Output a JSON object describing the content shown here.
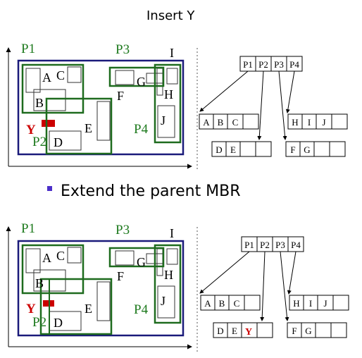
{
  "heading_top": "Insert Y",
  "bullet_text": "Extend the parent MBR",
  "colors": {
    "page_border": "#1a1a7a",
    "group": "#1e6b1e",
    "region_label": "#1e7a1e",
    "object": "#333333",
    "highlight": "#cc0000",
    "bullet": "#4b2fc9",
    "axis": "#000000"
  },
  "panels": [
    {
      "id": "before",
      "region_labels": {
        "p1": "P1",
        "p2": "P2",
        "p3": "P3",
        "p4": "P4"
      },
      "object_labels": {
        "a": "A",
        "b": "B",
        "c": "C",
        "d": "D",
        "e": "E",
        "f": "F",
        "g": "G",
        "h": "H",
        "i": "I",
        "j": "J",
        "y": "Y"
      },
      "tree": {
        "root": [
          "P1",
          "P2",
          "P3",
          "P4"
        ],
        "leaf_p1": [
          "A",
          "B",
          "C",
          ""
        ],
        "leaf_p2": [
          "D",
          "E",
          "",
          ""
        ],
        "leaf_p3": [
          "F",
          "G",
          "",
          ""
        ],
        "leaf_p4": [
          "H",
          "I",
          "J",
          ""
        ]
      }
    },
    {
      "id": "after",
      "region_labels": {
        "p1": "P1",
        "p2": "P2",
        "p3": "P3",
        "p4": "P4"
      },
      "object_labels": {
        "a": "A",
        "b": "B",
        "c": "C",
        "d": "D",
        "e": "E",
        "f": "F",
        "g": "G",
        "h": "H",
        "i": "I",
        "j": "J",
        "y": "Y"
      },
      "tree": {
        "root": [
          "P1",
          "P2",
          "P3",
          "P4"
        ],
        "leaf_p1": [
          "A",
          "B",
          "C",
          ""
        ],
        "leaf_p2": [
          "D",
          "E",
          "Y",
          ""
        ],
        "leaf_p3": [
          "F",
          "G",
          "",
          ""
        ],
        "leaf_p4": [
          "H",
          "I",
          "J",
          ""
        ]
      }
    }
  ]
}
